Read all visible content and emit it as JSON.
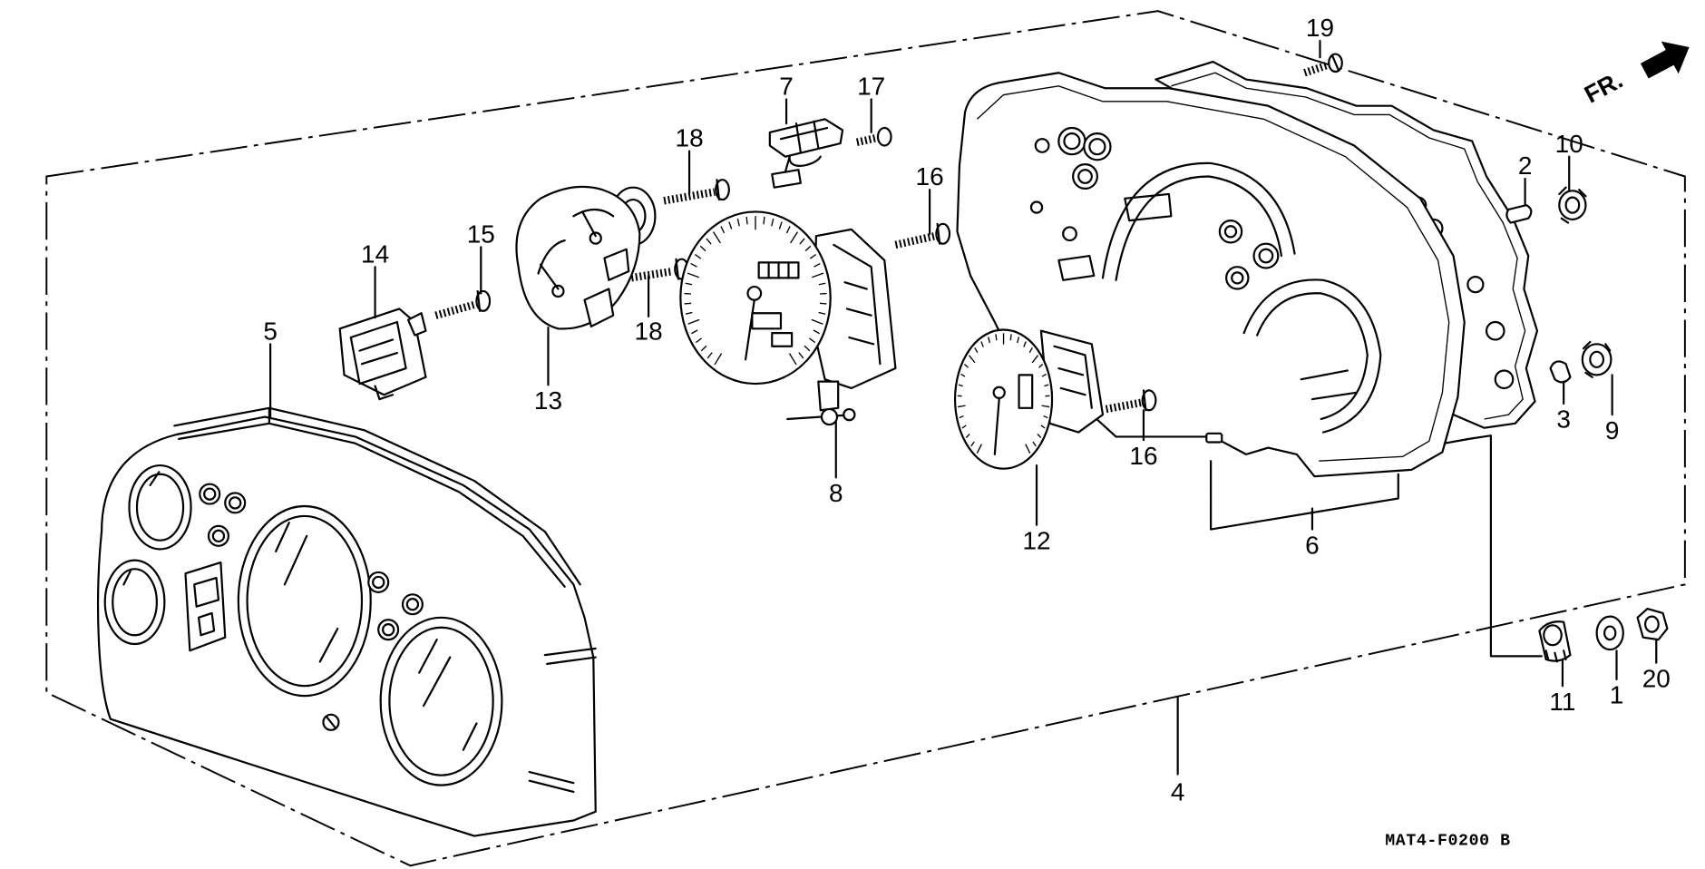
{
  "callouts": [
    "19",
    "7",
    "17",
    "18",
    "16",
    "2",
    "10",
    "15",
    "14",
    "5",
    "18",
    "13",
    "8",
    "16",
    "12",
    "6",
    "3",
    "9",
    "11",
    "1",
    "20",
    "4"
  ],
  "diagram_code": "MAT4-F0200 B",
  "direction_label": "FR.",
  "colors": {
    "line": "#000000",
    "background": "#ffffff"
  }
}
